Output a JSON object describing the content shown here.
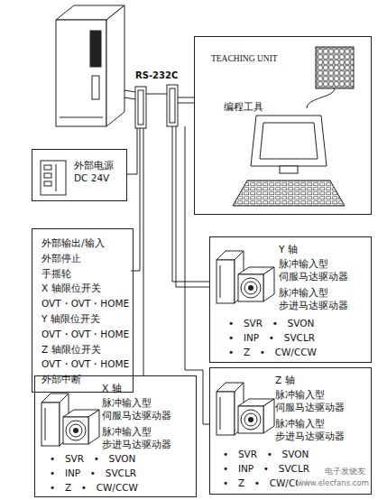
{
  "diagram": {
    "nodes": [
      {
        "text": [
          "TEACHING UNIT",
          "编程工具"
        ]
      },
      {
        "text": [
          "外部电源 DC 24V"
        ]
      },
      {
        "text": [
          "外部输出/输入",
          "外部停止",
          "手摇轮",
          "X 轴限位开关",
          "OVT・OVT・HOME",
          "Y 轴限位开关",
          "OVT・OVT・HOME",
          "Z 轴限位开关",
          "OVT・OVT・HOME",
          "外部中断"
        ]
      },
      {
        "text": [
          "Y 轴",
          "脉冲输入型 伺服马达驱动器",
          "脉冲输入型 步进马达驱动器",
          "• SVR • SVON",
          "• INP • SVCLR",
          "• Z • CW/CCW"
        ]
      },
      {
        "text": [
          "X 轴",
          "脉冲输入型 伺服马达驱动器",
          "脉冲输入型 步进马达驱动器",
          "• SVR • SVON",
          "• INP • SVCLR",
          "• Z • CW/CCW"
        ]
      },
      {
        "text": [
          "Z 轴",
          "脉冲输入型 伺服马达驱动器",
          "脉冲输入型 步进马达驱动器",
          "• SVR • SVON",
          "• INP • SVCLR",
          "• Z • CW/CCW"
        ]
      }
    ],
    "labels": [
      "RS-232C",
      "电子发烧友",
      "www.elecfans.com"
    ]
  }
}
